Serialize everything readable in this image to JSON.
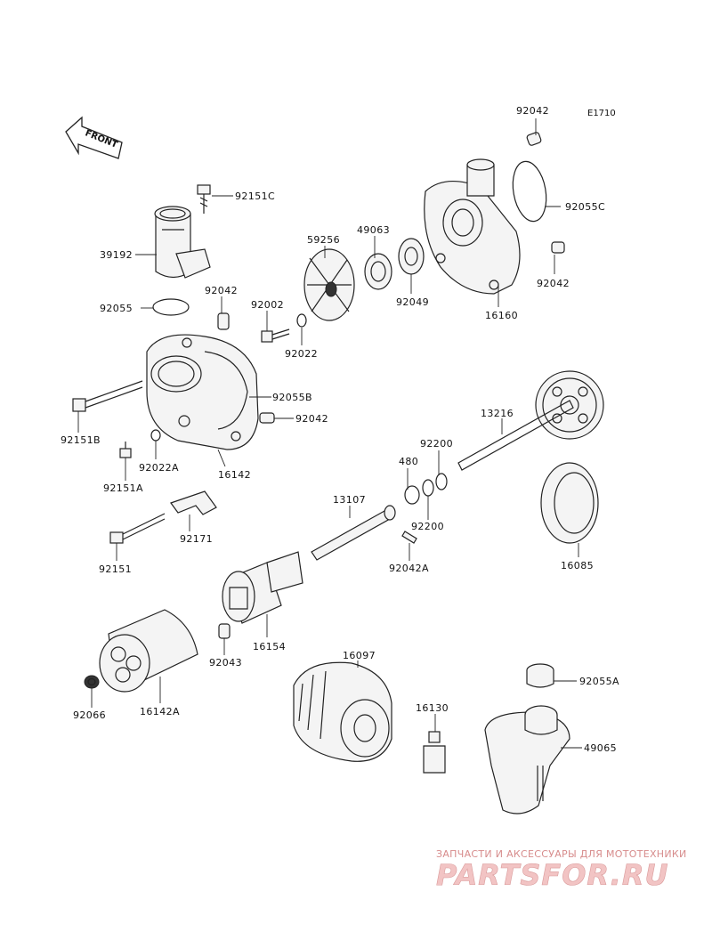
{
  "diagram_code": "E1710",
  "front_label": "FRONT",
  "parts": [
    {
      "id": "p_92042_a",
      "num": "92042"
    },
    {
      "id": "p_92055C",
      "num": "92055C"
    },
    {
      "id": "p_92151C",
      "num": "92151C"
    },
    {
      "id": "p_39192",
      "num": "39192"
    },
    {
      "id": "p_59256",
      "num": "59256"
    },
    {
      "id": "p_49063",
      "num": "49063"
    },
    {
      "id": "p_92042_b",
      "num": "92042"
    },
    {
      "id": "p_92055",
      "num": "92055"
    },
    {
      "id": "p_92042_c",
      "num": "92042"
    },
    {
      "id": "p_92002",
      "num": "92002"
    },
    {
      "id": "p_92049",
      "num": "92049"
    },
    {
      "id": "p_16160",
      "num": "16160"
    },
    {
      "id": "p_92022",
      "num": "92022"
    },
    {
      "id": "p_92055B",
      "num": "92055B"
    },
    {
      "id": "p_13216",
      "num": "13216"
    },
    {
      "id": "p_92042_d",
      "num": "92042"
    },
    {
      "id": "p_92151B",
      "num": "92151B"
    },
    {
      "id": "p_92200_a",
      "num": "92200"
    },
    {
      "id": "p_92022A",
      "num": "92022A"
    },
    {
      "id": "p_16142",
      "num": "16142"
    },
    {
      "id": "p_480",
      "num": "480"
    },
    {
      "id": "p_92151A",
      "num": "92151A"
    },
    {
      "id": "p_13107",
      "num": "13107"
    },
    {
      "id": "p_92200_b",
      "num": "92200"
    },
    {
      "id": "p_92171",
      "num": "92171"
    },
    {
      "id": "p_92042A",
      "num": "92042A"
    },
    {
      "id": "p_16085",
      "num": "16085"
    },
    {
      "id": "p_92151",
      "num": "92151"
    },
    {
      "id": "p_16154",
      "num": "16154"
    },
    {
      "id": "p_92043",
      "num": "92043"
    },
    {
      "id": "p_16097",
      "num": "16097"
    },
    {
      "id": "p_92055A",
      "num": "92055A"
    },
    {
      "id": "p_16130",
      "num": "16130"
    },
    {
      "id": "p_49065",
      "num": "49065"
    },
    {
      "id": "p_92066",
      "num": "92066"
    },
    {
      "id": "p_16142A",
      "num": "16142A"
    }
  ],
  "watermark": {
    "tagline": "ЗАПЧАСТИ И АКСЕССУАРЫ ДЛЯ МОТОТЕХНИКИ",
    "logo": "PARTSFOR.RU"
  }
}
